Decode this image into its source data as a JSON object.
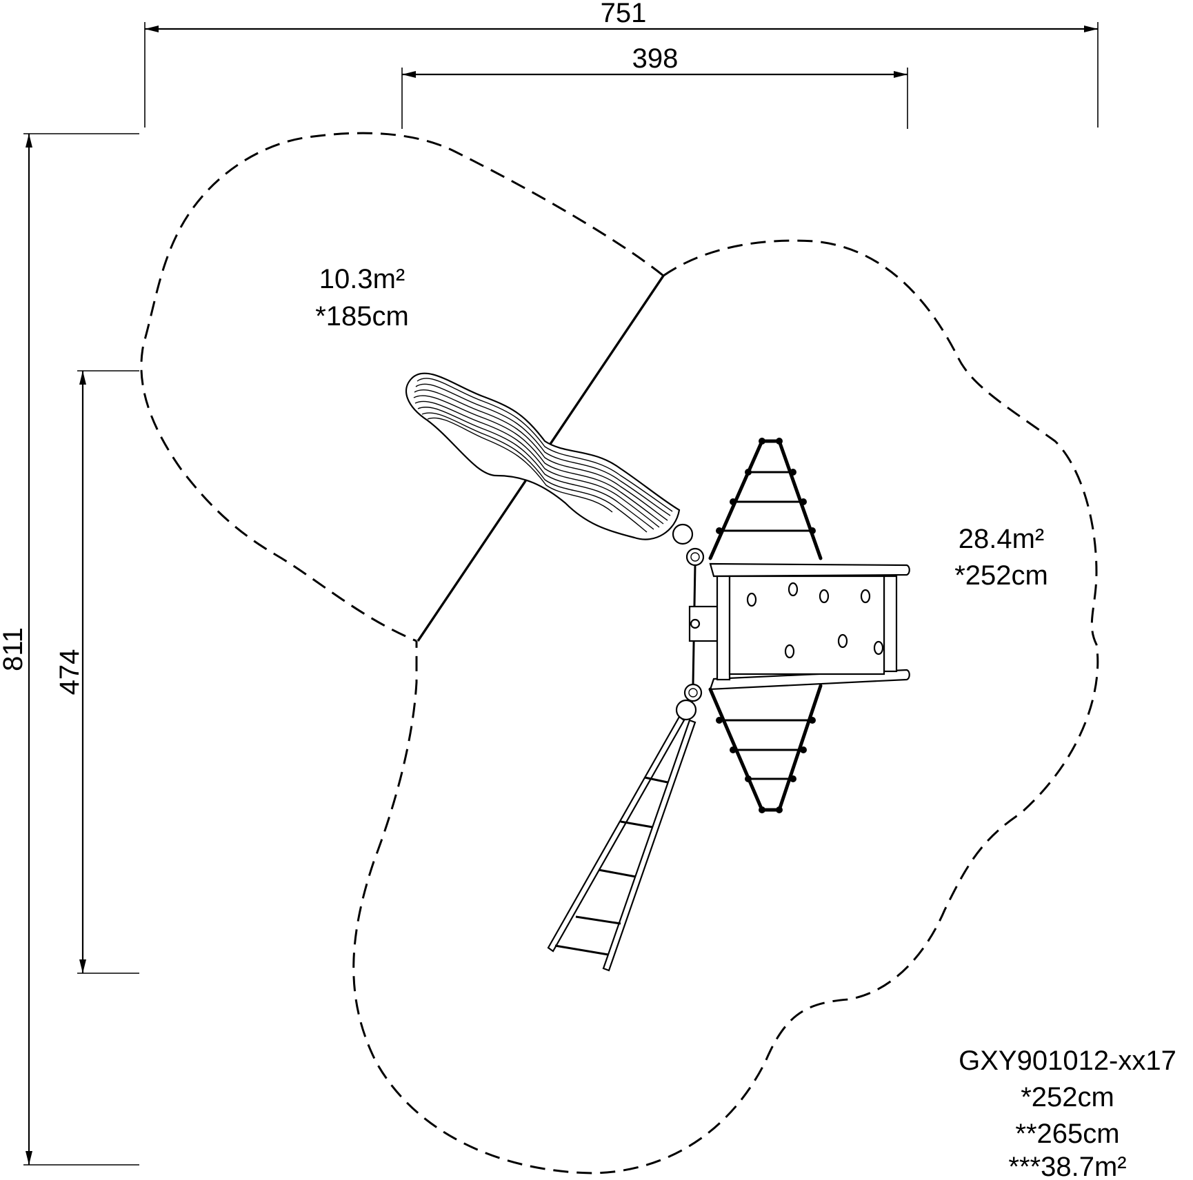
{
  "dimensions": {
    "overall_width": "751",
    "inner_width": "398",
    "overall_height": "811",
    "inner_height": "474"
  },
  "zones": {
    "left": {
      "area": "10.3m²",
      "fall_height": "*185cm"
    },
    "right": {
      "area": "28.4m²",
      "fall_height": "*252cm"
    }
  },
  "product": {
    "code": "GXY901012-xx17",
    "height_1": "*252cm",
    "height_2": "**265cm",
    "total_area": "***38.7m²"
  }
}
